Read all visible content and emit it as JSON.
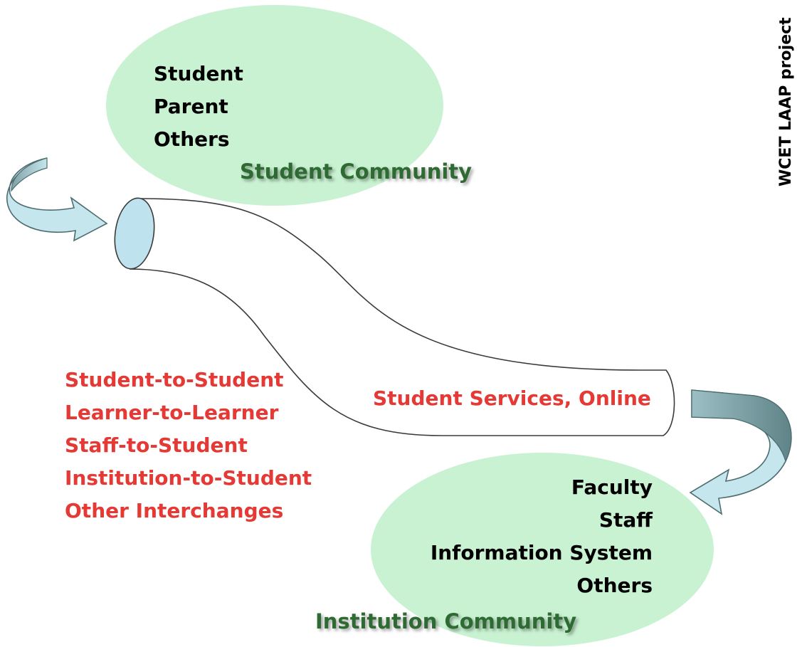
{
  "student_community": {
    "members": [
      "Student",
      "Parent",
      "Others"
    ],
    "label": "Student Community"
  },
  "institution_community": {
    "members": [
      "Faculty",
      "Staff",
      "Information System",
      "Others"
    ],
    "label": "Institution Community"
  },
  "tube": {
    "label": "Student Services, Online"
  },
  "interchanges": [
    "Student-to-Student",
    "Learner-to-Learner",
    "Staff-to-Student",
    "Institution-to-Student",
    "Other Interchanges"
  ],
  "project_label": "WCET LAAP project",
  "colors": {
    "ellipse_fill": "#c9f2d2",
    "tube_opening": "#bfe3ee",
    "arrow_light": "#c6e6ee",
    "arrow_dark": "#6c8e92",
    "red_text": "#e53935",
    "green_text": "#2e6b32"
  }
}
